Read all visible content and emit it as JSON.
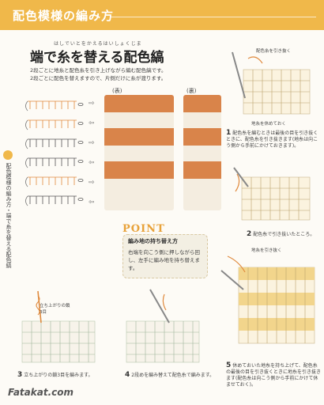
{
  "header": {
    "title": "配色模様の編み方"
  },
  "title": {
    "furigana": "はしでいとをかえるはいしょくじま",
    "main": "端で糸を替える配色縞",
    "intro_line1": "2段ごとに地糸と配色糸を引き上げながら編む配色縞です。",
    "intro_line2": "2段ごとに配色を替えますので、片側だけに糸が渡ります。"
  },
  "side_label": "配色模様の編み方・端で糸を替える配色縞",
  "swatches": {
    "front_label": "(表)",
    "back_label": "(裏)"
  },
  "colors": {
    "accent": "#f0b84a",
    "orange_yarn": "#d9844a",
    "cream_yarn": "#f4ede0",
    "yellow_yarn": "#f2d58c"
  },
  "point": {
    "word": "POINT",
    "title": "編み地の持ち替え方",
    "body": "右端を向こう側に押しながら回し、左手に編み地を持ち替えます。"
  },
  "steps": {
    "s1": {
      "num": "1",
      "text": "配色糸を編むときは最後の目を引き抜くときに、配色糸を引き抜きます(地糸は向こう側から手前にかけておきます)。"
    },
    "s2": {
      "num": "2",
      "text": "配色糸で引き抜いたところ。"
    },
    "s3": {
      "num": "3",
      "text": "立ち上がりの鎖3目を編みます。"
    },
    "s4": {
      "num": "4",
      "text": "2段めを編み替えて配色糸で編みます。"
    },
    "s5": {
      "num": "5",
      "text": "休めておいた地糸を持ち上げて、配色糸の最後の目を引き抜くときに地糸を引き抜きます(配色糸は向こう側から手前にかけて休ませておく)。"
    }
  },
  "callouts": {
    "c1": "配色糸を引き抜く",
    "c2": "地糸を休めておく",
    "c3": "立ち上がりの鎖3目",
    "c4": "地糸を引き抜く"
  },
  "watermark": "Fatakat.com"
}
